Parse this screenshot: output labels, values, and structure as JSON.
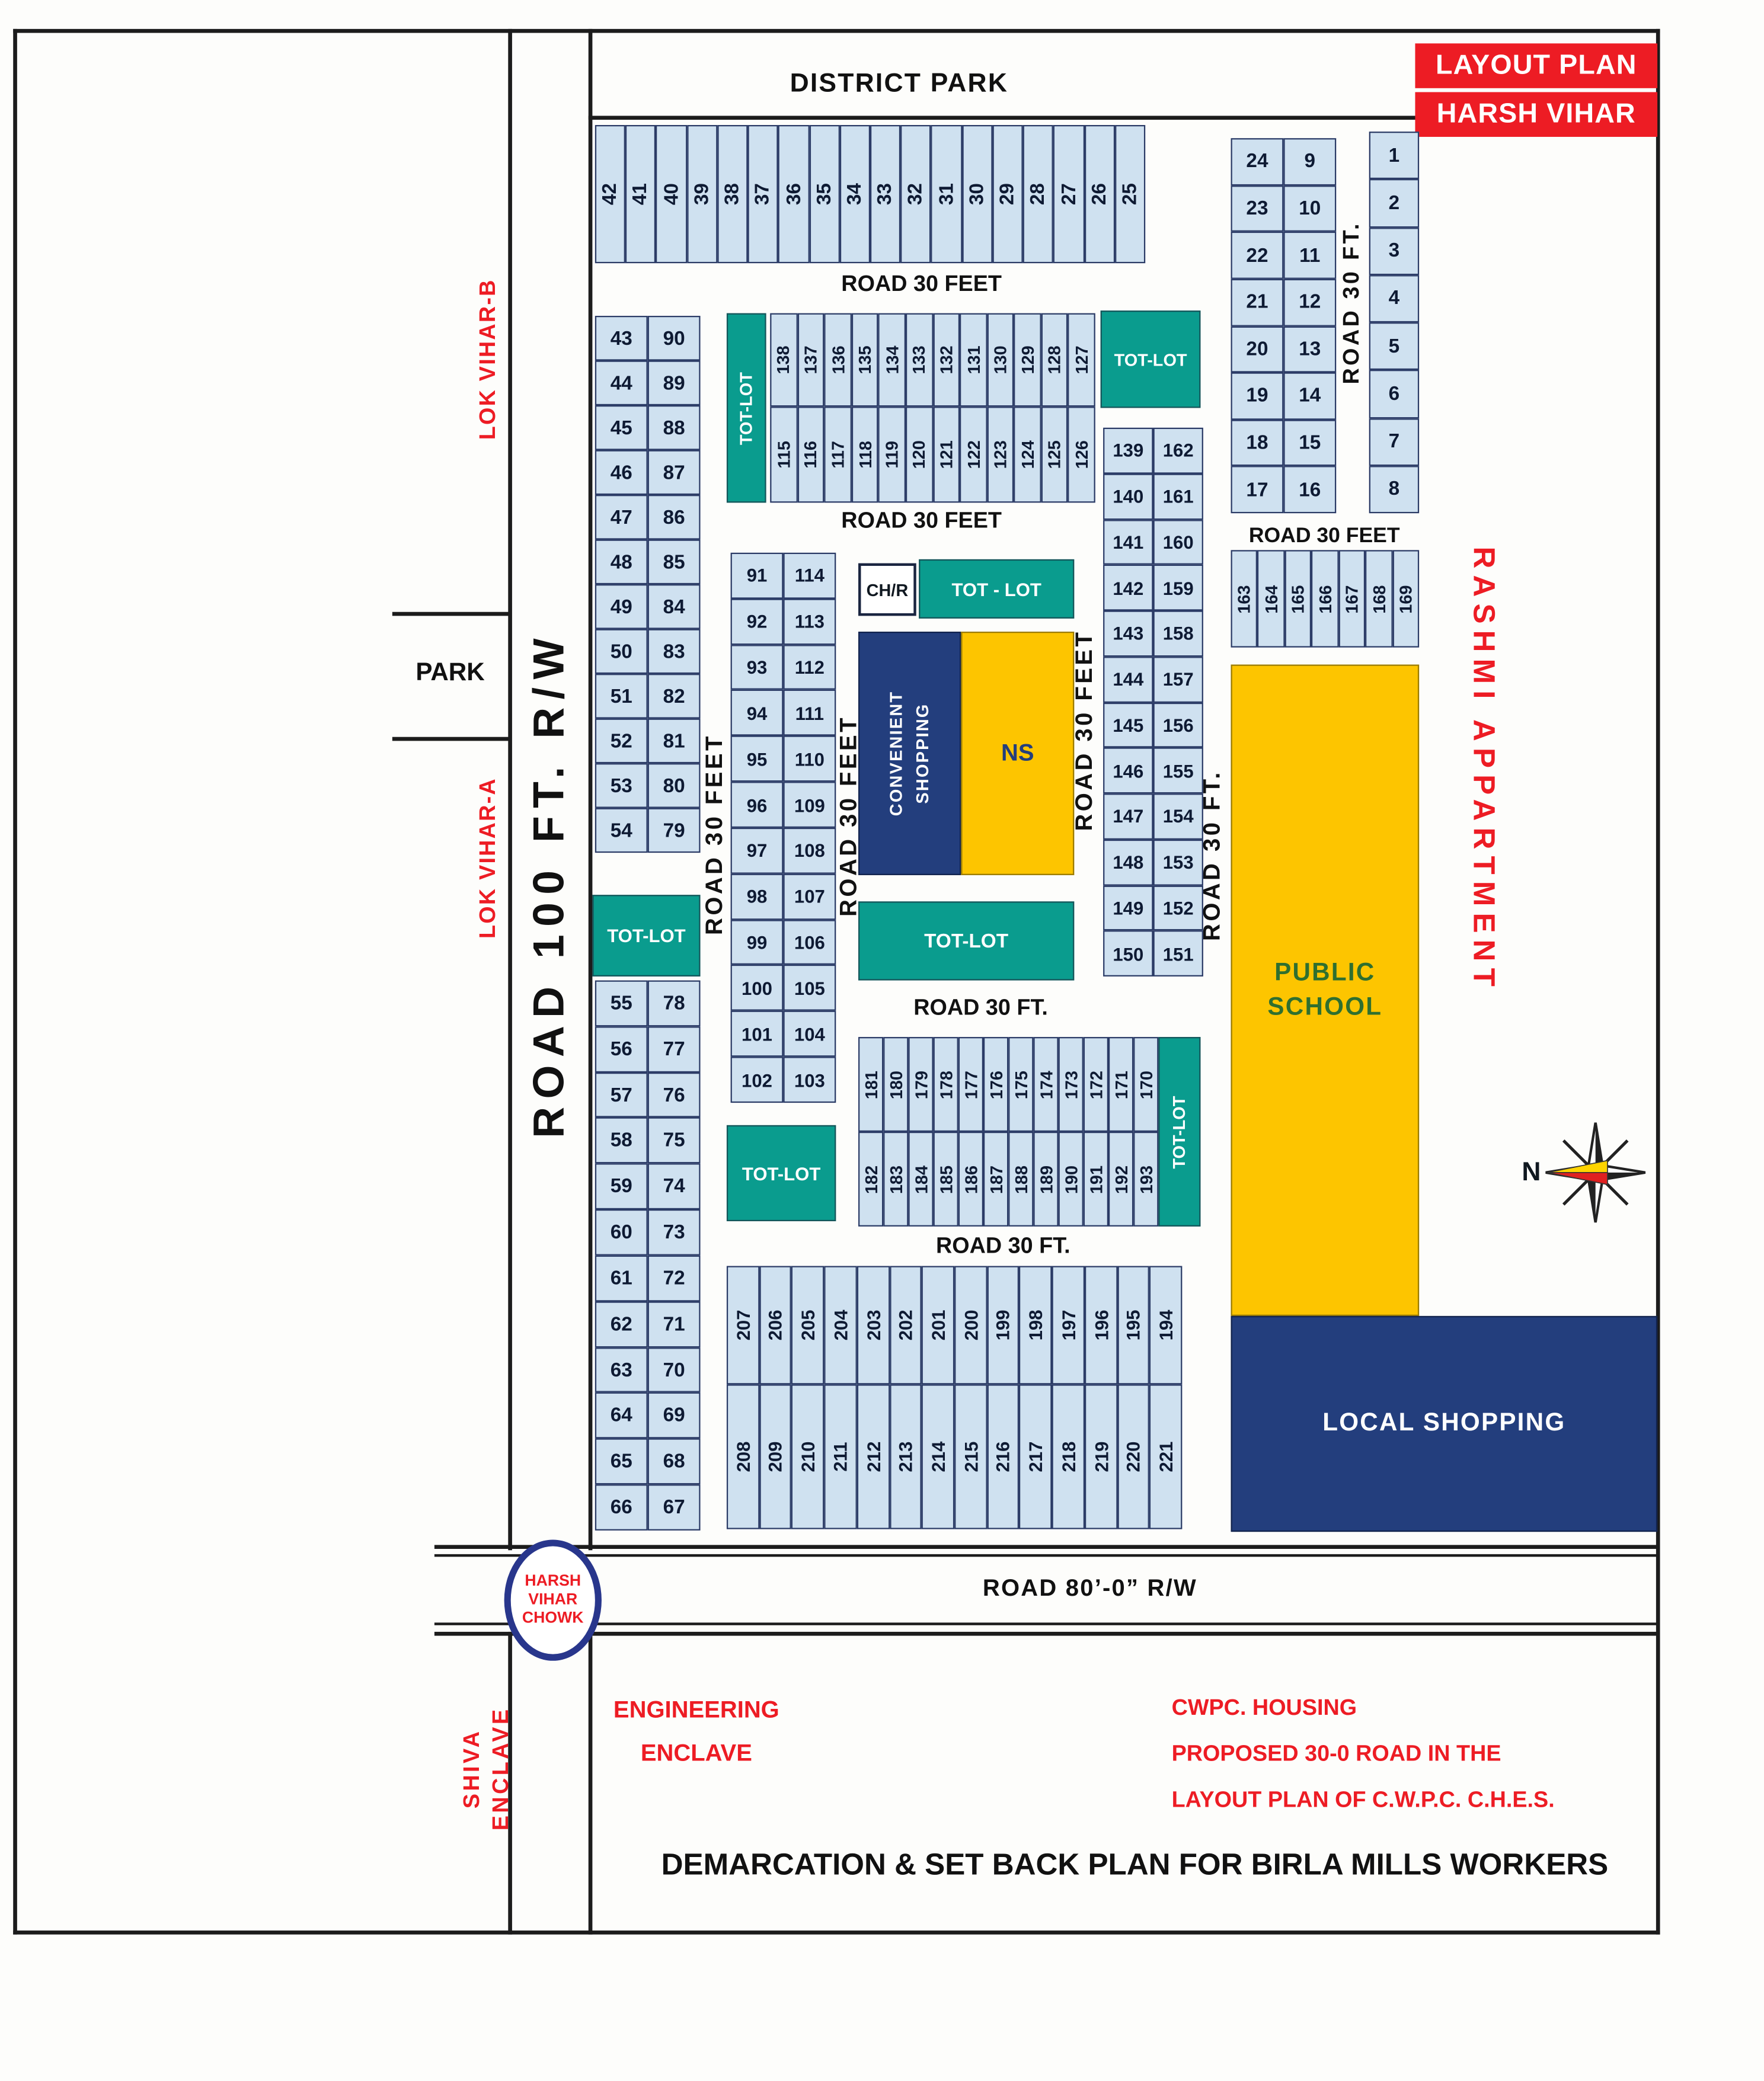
{
  "colors": {
    "plot": "#cfe1f0",
    "teal": "#0a9c8e",
    "navy": "#233e7d",
    "yellow": "#fdc500",
    "red": "#ed1c24",
    "schoolink": "#2f6f2f"
  },
  "title": {
    "line1": "LAYOUT PLAN",
    "line2": "HARSH VIHAR"
  },
  "labels": {
    "district_park": "DISTRICT PARK",
    "lok_vihar_b": "LOK VIHAR-B",
    "lok_vihar_a": "LOK VIHAR-A",
    "park": "PARK",
    "road_100": "ROAD 100 FT. R/W",
    "road_30_feet": "ROAD 30 FEET",
    "road_30_ft": "ROAD 30 FT.",
    "road_80": "ROAD 80’-0” R/W",
    "rashmi": "RASHMI APPARTMENT",
    "north": "N",
    "shiva_1": "SHIVA",
    "shiva_2": "ENCLAVE",
    "engineering_1": "ENGINEERING",
    "engineering_2": "ENCLAVE",
    "chowk_1": "HARSH",
    "chowk_2": "VIHAR",
    "chowk_3": "CHOWK"
  },
  "facilities": {
    "tot_lot": "TOT-LOT",
    "tot_lot_spaced": "TOT - LOT",
    "chr": "CH/R",
    "convenient_1": "CONVENIENT",
    "convenient_2": "SHOPPING",
    "ns": "NS",
    "public_school_1": "PUBLIC",
    "public_school_2": "SCHOOL",
    "local_shopping": "LOCAL SHOPPING"
  },
  "notes": {
    "cwpc_1": "CWPC. HOUSING",
    "cwpc_2": "PROPOSED 30-0 ROAD IN THE",
    "cwpc_3": "LAYOUT PLAN OF C.W.P.C. C.H.E.S.",
    "demarcation": "DEMARCATION & SET BACK PLAN FOR BIRLA MILLS WORKERS"
  },
  "plots": {
    "top_row": [
      "42",
      "41",
      "40",
      "39",
      "38",
      "37",
      "36",
      "35",
      "34",
      "33",
      "32",
      "31",
      "30",
      "29",
      "28",
      "27",
      "26",
      "25"
    ],
    "right_top_pairs": [
      [
        "24",
        "9"
      ],
      [
        "23",
        "10"
      ],
      [
        "22",
        "11"
      ],
      [
        "21",
        "12"
      ],
      [
        "20",
        "13"
      ],
      [
        "19",
        "14"
      ],
      [
        "18",
        "15"
      ],
      [
        "17",
        "16"
      ]
    ],
    "right_col": [
      "1",
      "2",
      "3",
      "4",
      "5",
      "6",
      "7",
      "8"
    ],
    "left_upper_pairs": [
      [
        "43",
        "90"
      ],
      [
        "44",
        "89"
      ],
      [
        "45",
        "88"
      ],
      [
        "46",
        "87"
      ],
      [
        "47",
        "86"
      ],
      [
        "48",
        "85"
      ],
      [
        "49",
        "84"
      ],
      [
        "50",
        "83"
      ],
      [
        "51",
        "82"
      ],
      [
        "52",
        "81"
      ],
      [
        "53",
        "80"
      ],
      [
        "54",
        "79"
      ]
    ],
    "left_lower_pairs": [
      [
        "55",
        "78"
      ],
      [
        "56",
        "77"
      ],
      [
        "57",
        "76"
      ],
      [
        "58",
        "75"
      ],
      [
        "59",
        "74"
      ],
      [
        "60",
        "73"
      ],
      [
        "61",
        "72"
      ],
      [
        "62",
        "71"
      ],
      [
        "63",
        "70"
      ],
      [
        "64",
        "69"
      ],
      [
        "65",
        "68"
      ],
      [
        "66",
        "67"
      ]
    ],
    "mid_pairs": [
      [
        "91",
        "114"
      ],
      [
        "92",
        "113"
      ],
      [
        "93",
        "112"
      ],
      [
        "94",
        "111"
      ],
      [
        "95",
        "110"
      ],
      [
        "96",
        "109"
      ],
      [
        "97",
        "108"
      ],
      [
        "98",
        "107"
      ],
      [
        "99",
        "106"
      ],
      [
        "100",
        "105"
      ],
      [
        "101",
        "104"
      ],
      [
        "102",
        "103"
      ]
    ],
    "strip_upper_top": [
      "138",
      "137",
      "136",
      "135",
      "134",
      "133",
      "132",
      "131",
      "130",
      "129",
      "128",
      "127"
    ],
    "strip_upper_bottom": [
      "115",
      "116",
      "117",
      "118",
      "119",
      "120",
      "121",
      "122",
      "123",
      "124",
      "125",
      "126"
    ],
    "block_139_pairs": [
      [
        "139",
        "162"
      ],
      [
        "140",
        "161"
      ],
      [
        "141",
        "160"
      ],
      [
        "142",
        "159"
      ],
      [
        "143",
        "158"
      ],
      [
        "144",
        "157"
      ],
      [
        "145",
        "156"
      ],
      [
        "146",
        "155"
      ],
      [
        "147",
        "154"
      ],
      [
        "148",
        "153"
      ],
      [
        "149",
        "152"
      ],
      [
        "150",
        "151"
      ]
    ],
    "strip_163": [
      "163",
      "164",
      "165",
      "166",
      "167",
      "168",
      "169"
    ],
    "strip_mid_top": [
      "181",
      "180",
      "179",
      "178",
      "177",
      "176",
      "175",
      "174",
      "173",
      "172",
      "171",
      "170"
    ],
    "strip_mid_bottom": [
      "182",
      "183",
      "184",
      "185",
      "186",
      "187",
      "188",
      "189",
      "190",
      "191",
      "192",
      "193"
    ],
    "strip_bottom_top": [
      "207",
      "206",
      "205",
      "204",
      "203",
      "202",
      "201",
      "200",
      "199",
      "198",
      "197",
      "196",
      "195",
      "194"
    ],
    "strip_bottom_bottom": [
      "208",
      "209",
      "210",
      "211",
      "212",
      "213",
      "214",
      "215",
      "216",
      "217",
      "218",
      "219",
      "220",
      "221"
    ]
  }
}
